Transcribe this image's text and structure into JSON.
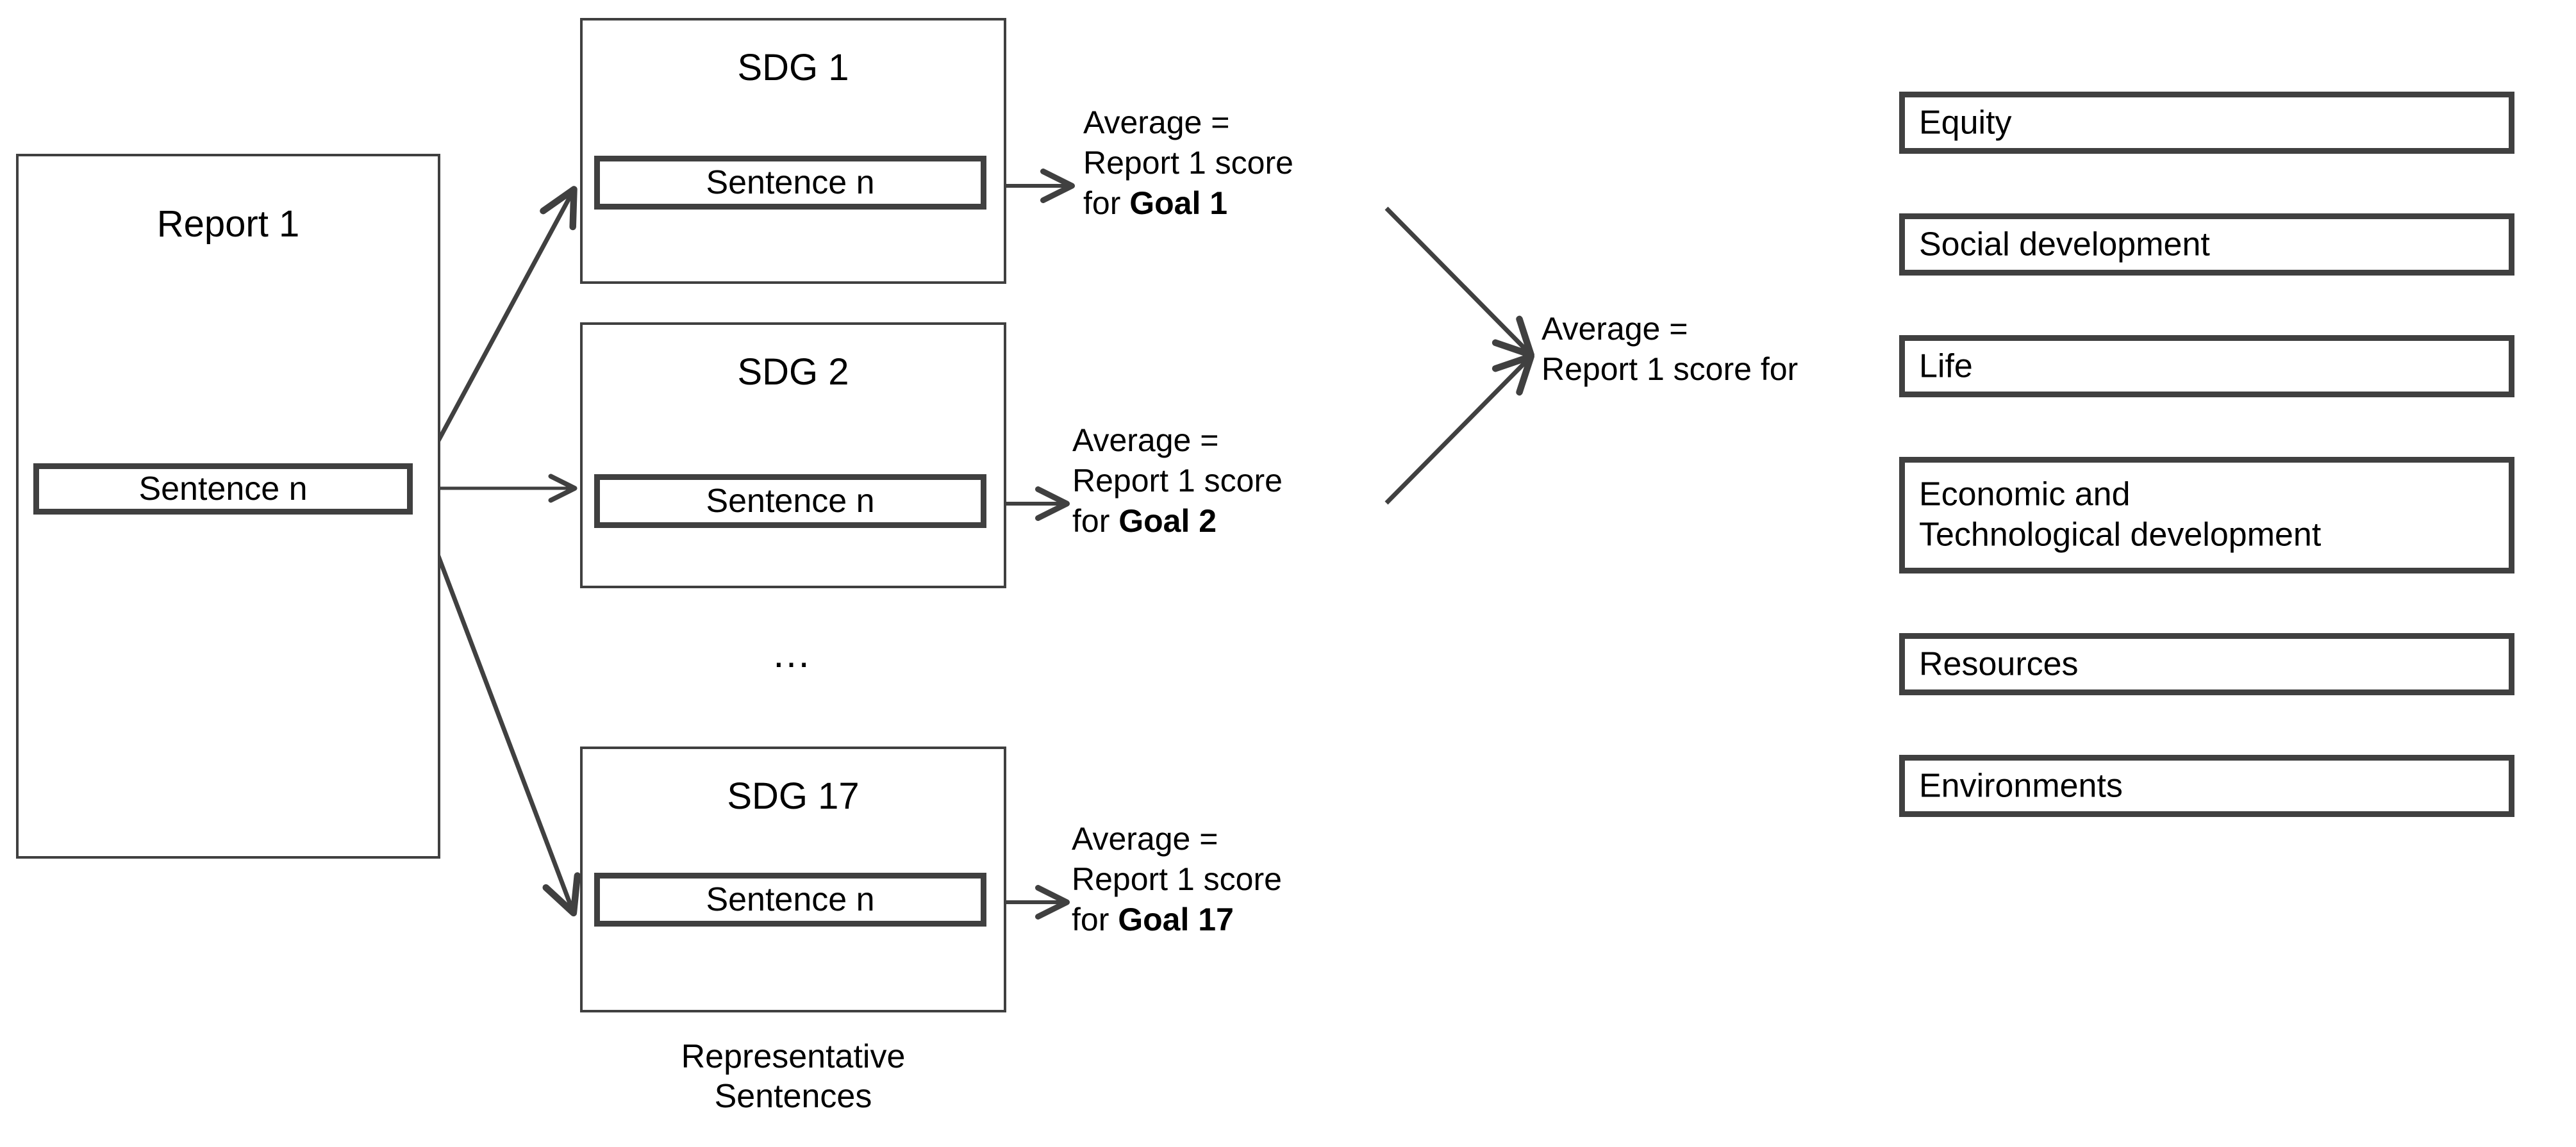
{
  "report": {
    "title": "Report 1",
    "sentence_label": "Sentence n"
  },
  "sdg_groups": [
    {
      "title": "SDG 1",
      "sentence_label": "Sentence n"
    },
    {
      "title": "SDG 2",
      "sentence_label": "Sentence n"
    },
    {
      "title": "SDG 17",
      "sentence_label": "Sentence n"
    }
  ],
  "ellipsis": "…",
  "caption": "Representative\nSentences",
  "goal_notes": [
    {
      "line1": "Average =",
      "line2": "Report 1 score",
      "line3_prefix": "for ",
      "line3_bold": "Goal 1"
    },
    {
      "line1": "Average =",
      "line2": "Report 1 score",
      "line3_prefix": "for ",
      "line3_bold": "Goal 2"
    },
    {
      "line1": "Average =",
      "line2": "Report 1 score",
      "line3_prefix": "for ",
      "line3_bold": "Goal 17"
    }
  ],
  "report_score_note": {
    "line1": "Average =",
    "line2": "Report 1 score for"
  },
  "categories": [
    "Equity",
    "Social development",
    "Life",
    "Economic and\nTechnological development",
    "Resources",
    "Environments"
  ],
  "colors": {
    "stroke": "#404040",
    "text": "#000000",
    "background": "#ffffff"
  }
}
